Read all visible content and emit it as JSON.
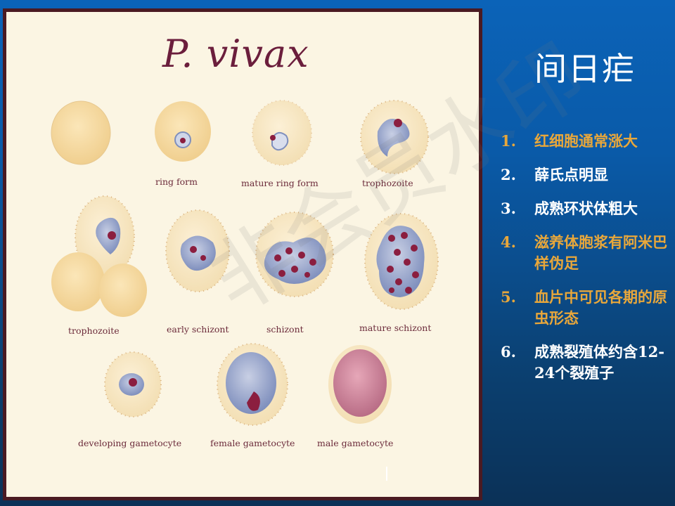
{
  "plate": {
    "title": "P. vivax",
    "labels": {
      "ring_form": "ring form",
      "mature_ring_form": "mature ring form",
      "trophozoite_top": "trophozoite",
      "trophozoite_left": "trophozoite",
      "early_schizont": "early schizont",
      "schizont": "schizont",
      "mature_schizont": "mature schizont",
      "developing_gametocyte": "developing gametocyte",
      "female_gametocyte": "female gametocyte",
      "male_gametocyte": "male gametocyte"
    }
  },
  "watermark": "非会员水印",
  "slide": {
    "title": "间日疟",
    "notes": [
      {
        "num": "1.",
        "text": "红细胞通常涨大",
        "color": "#e8a73b"
      },
      {
        "num": "2.",
        "text": "薛氏点明显",
        "color": "#ffffff"
      },
      {
        "num": "3.",
        "text": "成熟环状体粗大",
        "color": "#ffffff"
      },
      {
        "num": "4.",
        "text": "滋养体胞浆有阿米巴样伪足",
        "color": "#e8a73b"
      },
      {
        "num": "5.",
        "text": "血片中可见各期的原虫形态",
        "color": "#e8a73b"
      },
      {
        "num": "6.",
        "text": "成熟裂殖体约含12-24个裂殖子",
        "color": "#ffffff"
      }
    ]
  }
}
